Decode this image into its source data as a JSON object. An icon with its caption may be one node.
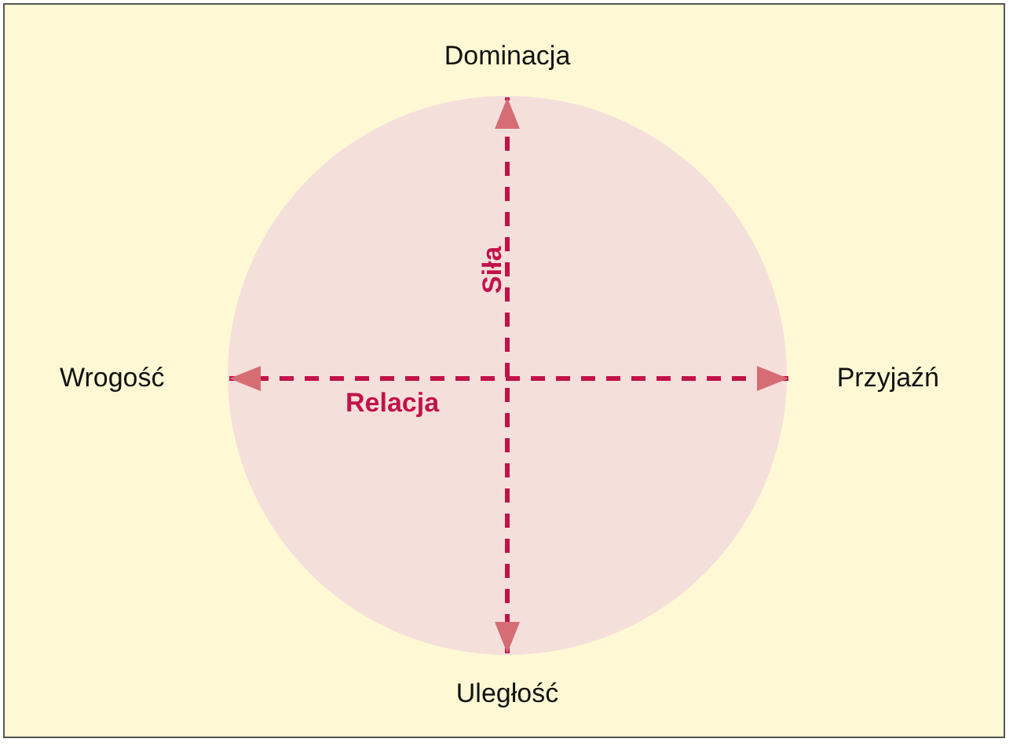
{
  "diagram": {
    "nodes": [
      {
        "text": [
          "Dominacja"
        ]
      },
      {
        "text": [
          "Wrogość"
        ]
      },
      {
        "text": [
          "Przyjaźń"
        ]
      },
      {
        "text": [
          "Uległość"
        ]
      }
    ],
    "edges": [
      {
        "from": 3,
        "to": 0,
        "arrow": "both",
        "label": "Siła"
      },
      {
        "from": 1,
        "to": 2,
        "arrow": "both",
        "label": "Relacja"
      }
    ]
  }
}
